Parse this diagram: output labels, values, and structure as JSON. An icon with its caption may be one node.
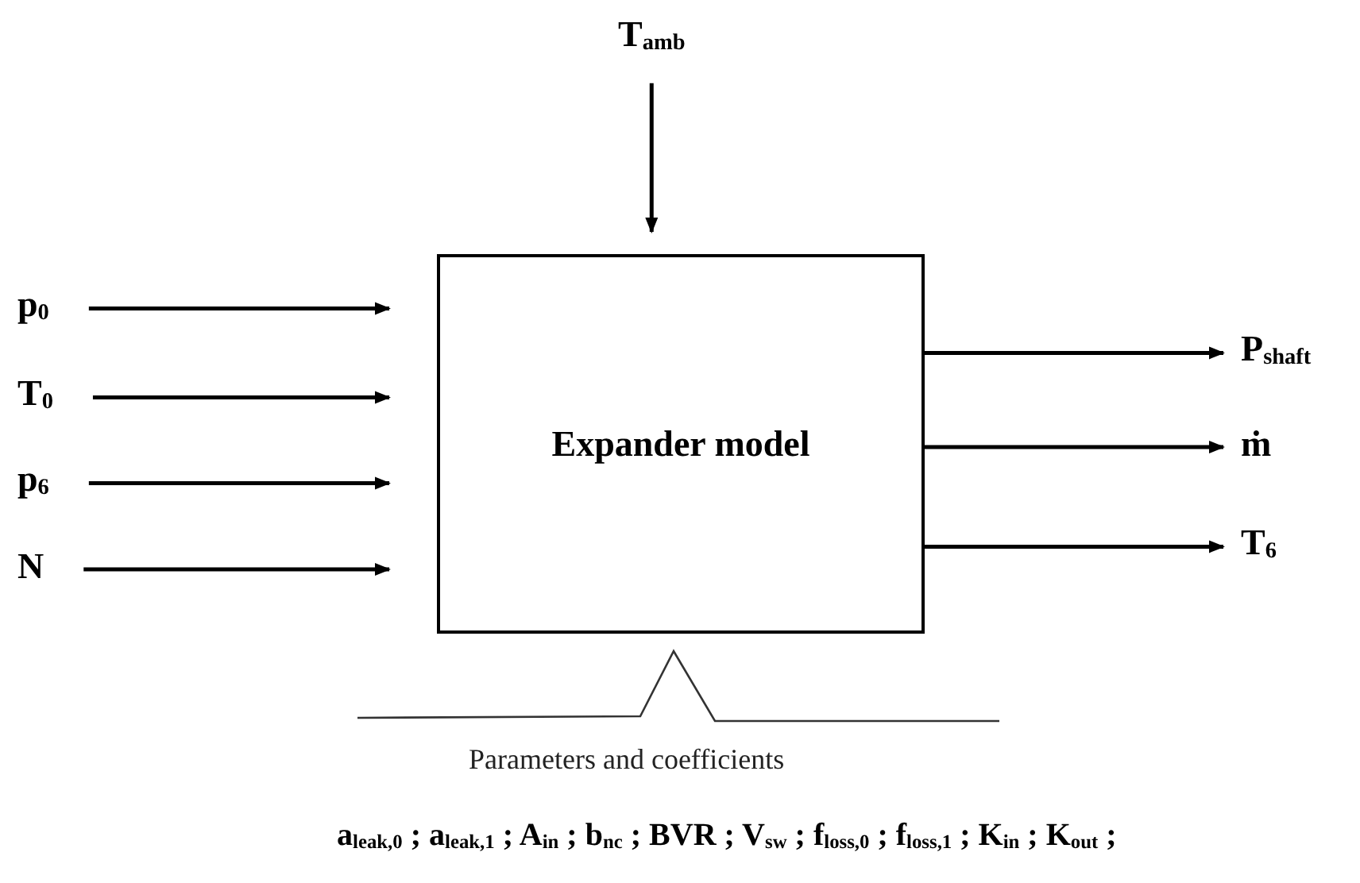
{
  "diagram": {
    "nodes": [
      {
        "text": [
          "T$_{amb}$"
        ]
      },
      {
        "text": [
          "p$_{0}$"
        ]
      },
      {
        "text": [
          "T$_{0}$"
        ]
      },
      {
        "text": [
          "p$_{6}$"
        ]
      },
      {
        "text": [
          "N"
        ]
      },
      {
        "text": [
          "Expander model"
        ]
      },
      {
        "text": [
          "P$_{shaft}$"
        ]
      },
      {
        "text": [
          "ṁ"
        ]
      },
      {
        "text": [
          "T$_{6}$"
        ]
      }
    ],
    "edges": [
      {
        "from": 0,
        "to": 5,
        "arrow": "to"
      },
      {
        "from": 1,
        "to": 5,
        "arrow": "to"
      },
      {
        "from": 2,
        "to": 5,
        "arrow": "to"
      },
      {
        "from": 3,
        "to": 5,
        "arrow": "to"
      },
      {
        "from": 4,
        "to": 5,
        "arrow": "to"
      },
      {
        "from": 5,
        "to": 6,
        "arrow": "to"
      },
      {
        "from": 5,
        "to": 7,
        "arrow": "to"
      },
      {
        "from": 5,
        "to": 8,
        "arrow": "to"
      }
    ],
    "labels": [
      "Parameters and coefficients",
      "a$_{leak,0}$ ; a$_{leak,1}$ ; A$_{in}$ ; b$_{nc}$ ; BVR ; V$_{sw}$ ; f$_{loss,0}$ ; f$_{loss,1}$ ; K$_{in}$ ; K$_{out}$ ;"
    ]
  }
}
